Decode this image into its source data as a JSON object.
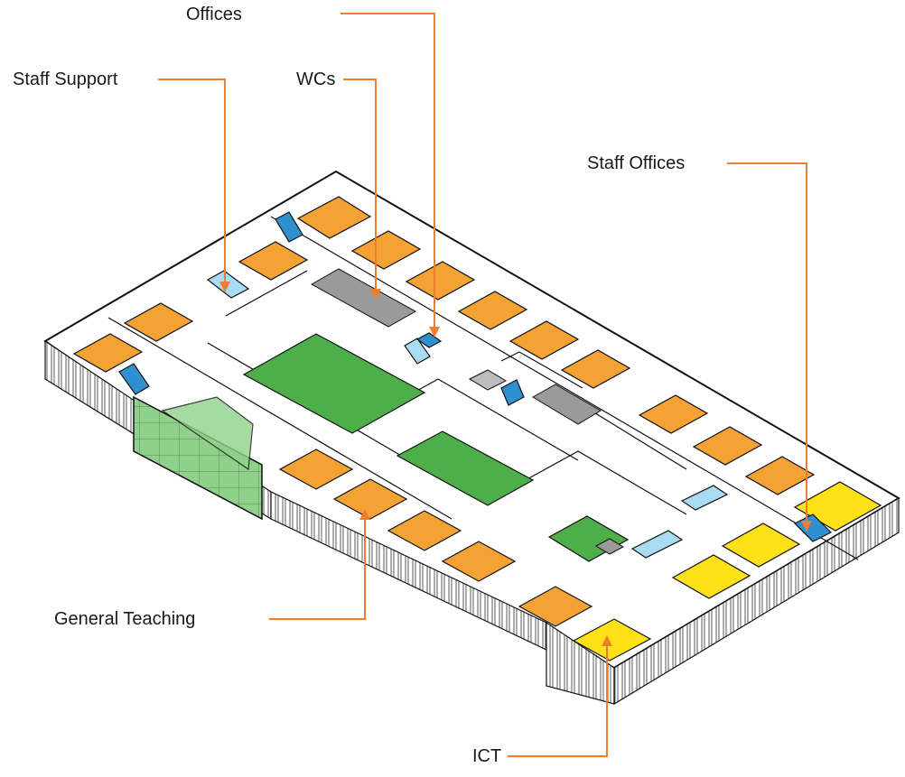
{
  "labels": {
    "offices": "Offices",
    "staff_support": "Staff Support",
    "wcs": "WCs",
    "staff_offices": "Staff Offices",
    "general_teaching": "General Teaching",
    "ict": "ICT"
  },
  "colors": {
    "teaching": "#f5a235",
    "ict": "#ffe11a",
    "courtyard": "#4eae4a",
    "staff_support": "#2f8fcf",
    "light_blue": "#a9dcf2",
    "wc_grey": "#9a9a9a",
    "leader": "#ed7d31",
    "wall": "#111111"
  },
  "icons": [
    "building-plan-icon",
    "arrow-head-icon"
  ]
}
